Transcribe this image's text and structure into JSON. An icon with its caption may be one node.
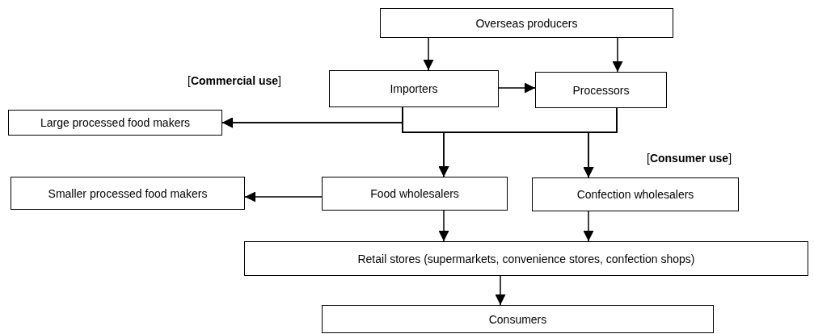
{
  "diagram": {
    "nodes": [
      {
        "text": [
          "Overseas producers"
        ]
      },
      {
        "text": [
          "Importers"
        ]
      },
      {
        "text": [
          "Processors"
        ]
      },
      {
        "text": [
          "Large processed food makers"
        ]
      },
      {
        "text": [
          "Smaller processed food makers"
        ]
      },
      {
        "text": [
          "Food wholesalers"
        ]
      },
      {
        "text": [
          "Confection wholesalers"
        ]
      },
      {
        "text": [
          "Retail stores (supermarkets, convenience stores, confection shops)"
        ]
      },
      {
        "text": [
          "Consumers"
        ]
      }
    ],
    "edges": [
      {
        "from": 0,
        "to": 1,
        "arrow": "to"
      },
      {
        "from": 0,
        "to": 2,
        "arrow": "to"
      },
      {
        "from": 1,
        "to": 2,
        "arrow": "to"
      },
      {
        "from": 1,
        "to": 3,
        "arrow": "to"
      },
      {
        "from": 1,
        "to": 5,
        "arrow": "to"
      },
      {
        "from": 1,
        "to": 6,
        "arrow": "to"
      },
      {
        "from": 2,
        "to": 3,
        "arrow": "to"
      },
      {
        "from": 2,
        "to": 5,
        "arrow": "to"
      },
      {
        "from": 2,
        "to": 6,
        "arrow": "to"
      },
      {
        "from": 5,
        "to": 4,
        "arrow": "to"
      },
      {
        "from": 5,
        "to": 7,
        "arrow": "to"
      },
      {
        "from": 6,
        "to": 7,
        "arrow": "to"
      },
      {
        "from": 7,
        "to": 8,
        "arrow": "to"
      }
    ],
    "labels": [
      "[**Commercial use**]",
      "[**Consumer use**]"
    ]
  }
}
